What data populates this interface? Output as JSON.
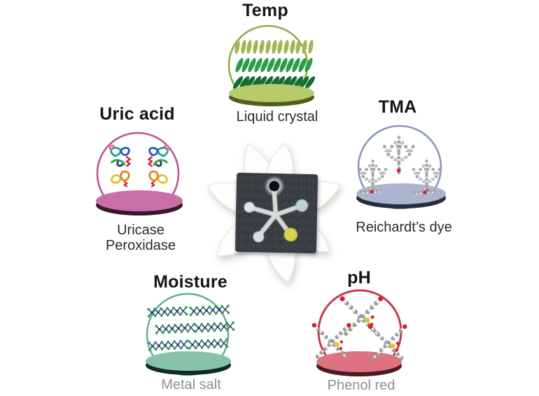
{
  "figure": {
    "background": "#ffffff",
    "modules": {
      "temp": {
        "title": "Temp",
        "label": "Liquid crystal",
        "label_color": "#2a2a2a",
        "accent": "#8fac44",
        "platform_top": "#b7cb6d",
        "platform_side": "#515f1d",
        "rod_colors": [
          "#a2b657",
          "#2d9c4a",
          "#156e30"
        ]
      },
      "uric_acid": {
        "title": "Uric acid",
        "label_line1": "Uricase",
        "label_line2": "Peroxidase",
        "label_color": "#2a2a2a",
        "accent": "#bd5390",
        "platform_top": "#c96fa7",
        "platform_side": "#38182c"
      },
      "tma": {
        "title": "TMA",
        "label": "Reichardt’s dye",
        "label_color": "#2a2a2a",
        "accent": "#8a97c0",
        "platform_top": "#abb5d0",
        "platform_side": "#272d40",
        "red_atom": "#cf2430"
      },
      "moisture": {
        "title": "Moisture",
        "label": "Metal salt",
        "label_color": "#8f8f8f",
        "accent": "#60ab92",
        "platform_top": "#87c2ab",
        "platform_side": "#132b25",
        "lattice_green": "#2f9f58",
        "lattice_navy": "#3d4a79"
      },
      "ph": {
        "title": "pH",
        "label": "Phenol red",
        "label_color": "#8f8f8f",
        "accent": "#c33950",
        "platform_top": "#dd7380",
        "platform_side": "#491c24",
        "sulfur_yellow": "#e6c71f",
        "oxygen_red": "#cf2430"
      }
    },
    "center": {
      "flower": "white-star-flower",
      "chip": {
        "name": "microfluidic-sensor-chip",
        "body_color": "#373e43",
        "channel_color": "#d7dbd7",
        "hole_color": "#0d0d0d",
        "wells": [
          {
            "position": "left",
            "color": "#e3e7e3"
          },
          {
            "position": "upper-right",
            "color": "#bdd1cd"
          },
          {
            "position": "lower-left",
            "color": "#d9dcd9"
          },
          {
            "position": "lower-right",
            "color": "#d5d24d"
          }
        ]
      }
    }
  }
}
